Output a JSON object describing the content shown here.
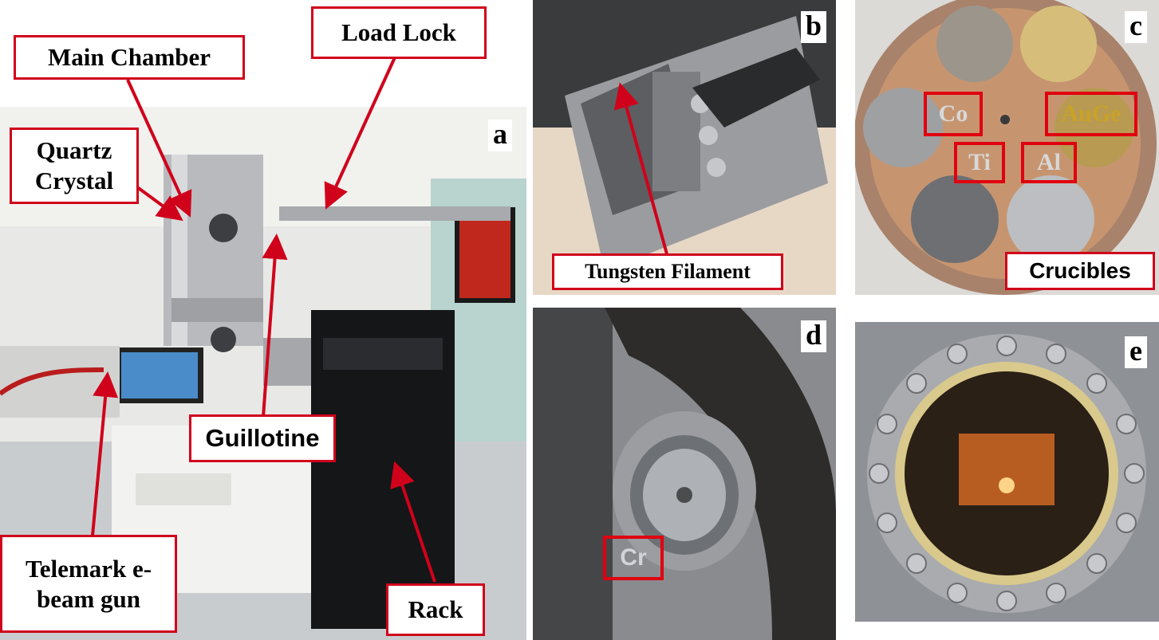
{
  "panel_letters": {
    "a": "a",
    "b": "b",
    "c": "c",
    "d": "d",
    "e": "e"
  },
  "callouts": {
    "load_lock": "Load Lock",
    "main_chamber": "Main Chamber",
    "quartz_crystal": "Quartz Crystal",
    "guillotine": "Guillotine",
    "telemark": "Telemark e-beam gun",
    "rack": "Rack",
    "tungsten_filament": "Tungsten Filament",
    "crucibles": "Crucibles"
  },
  "materials": {
    "co": "Co",
    "auge": "AuGe",
    "ti": "Ti",
    "al": "Al",
    "cr": "Cr"
  },
  "colors": {
    "callout_border": "#d0021b",
    "arrow": "#d0021b",
    "auge_text": "#c9a227",
    "material_text": "#d8d8d8"
  }
}
